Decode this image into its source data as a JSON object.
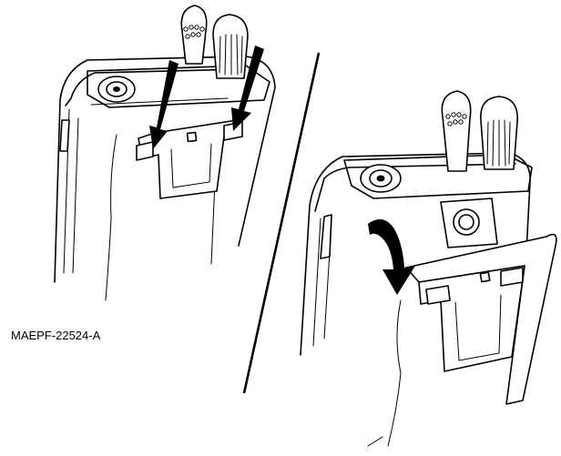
{
  "figure": {
    "code": "MAEPF-22524-A",
    "colors": {
      "line": "#000000",
      "background": "#ffffff"
    },
    "left_view": {
      "arrows": 2,
      "arrow_direction": "down"
    },
    "right_view": {
      "arrows": 1,
      "arrow_direction": "curved-down"
    }
  }
}
